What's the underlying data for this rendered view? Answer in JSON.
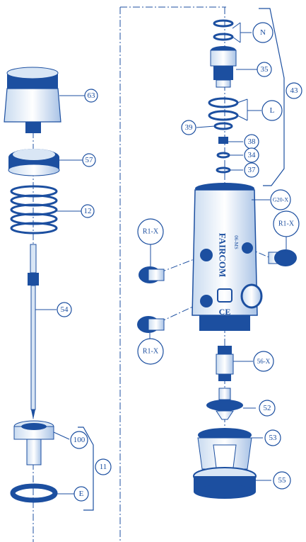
{
  "colors": {
    "line": "#1c4fa0",
    "fill_light": "#d9e6f5",
    "fill_dark": "#1c4fa0",
    "background": "#ffffff"
  },
  "labels": {
    "p63": "63",
    "p57": "57",
    "p12": "12",
    "p54": "54",
    "p100": "100",
    "p11": "11",
    "pE": "E",
    "pN": "N",
    "p35": "35",
    "p43": "43",
    "pL": "L",
    "p39": "39",
    "p38": "38",
    "p34": "34",
    "p37": "37",
    "pG20X": "G20-X",
    "pR1Xa": "R1-X",
    "pR1Xb": "R1-X",
    "pR1Xc": "R1-X",
    "p56X": "56-X",
    "p52": "52",
    "p53": "53",
    "p55": "55"
  },
  "body_marking": "FAIRCOM",
  "body_model": "06-MS"
}
